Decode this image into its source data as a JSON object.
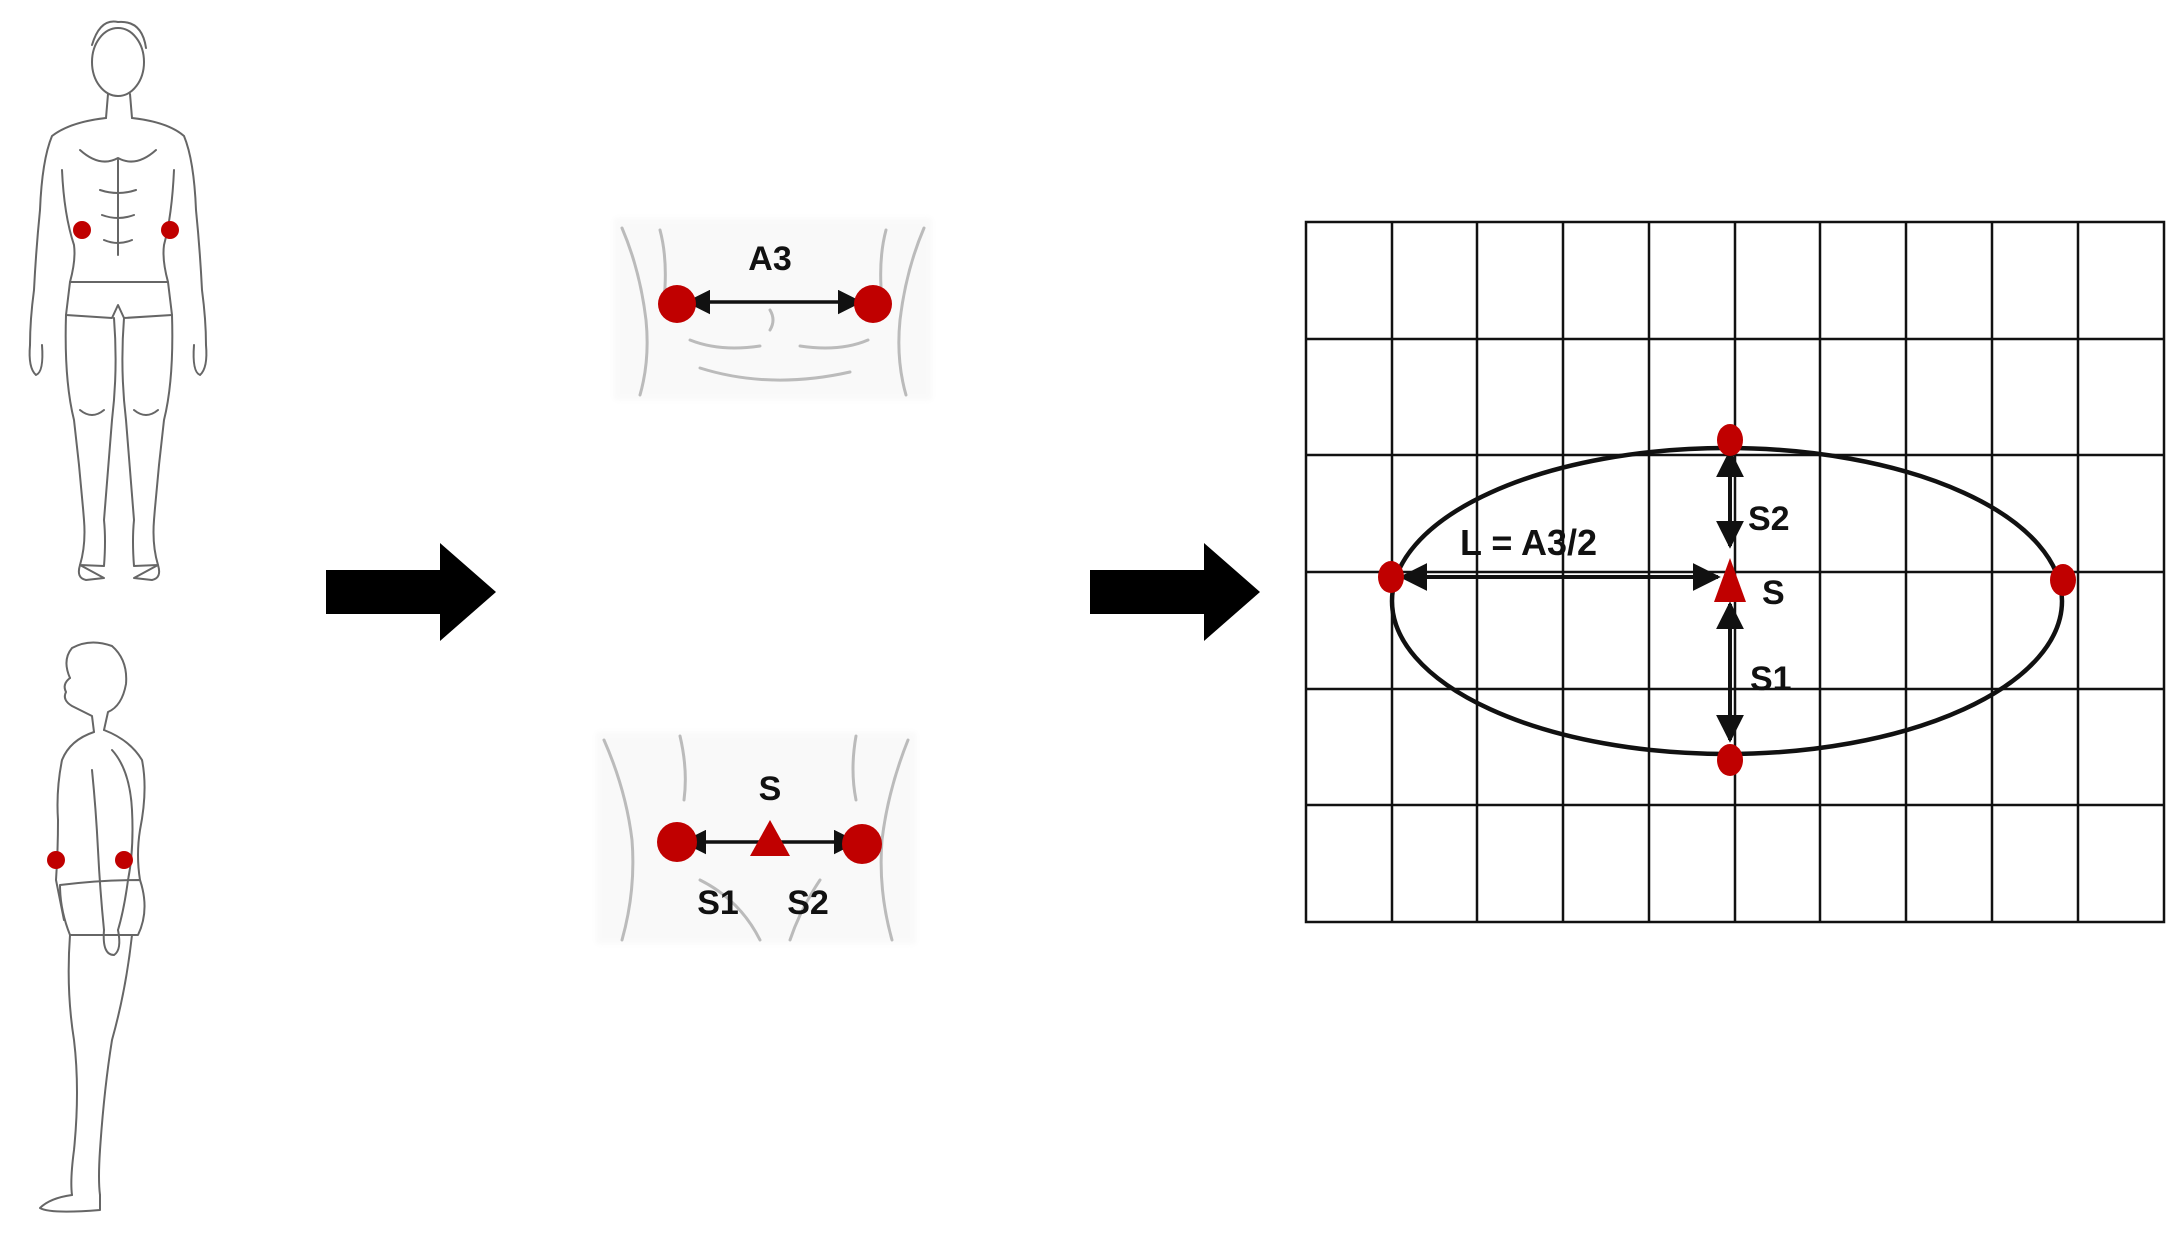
{
  "colors": {
    "marker": "#c00000",
    "line": "#111111",
    "sketch": "#555555",
    "sketch_light": "#aaaaaa"
  },
  "front_view": {
    "icon": "human-figure-front-icon"
  },
  "side_view": {
    "icon": "human-figure-side-icon"
  },
  "front_closeup": {
    "distance_label": "A3"
  },
  "side_closeup": {
    "point_label": "S",
    "left_label": "S1",
    "right_label": "S2"
  },
  "ellipse_chart": {
    "radius_label": "L = A3/2",
    "center_label": "S",
    "upper_label": "S2",
    "lower_label": "S1"
  }
}
